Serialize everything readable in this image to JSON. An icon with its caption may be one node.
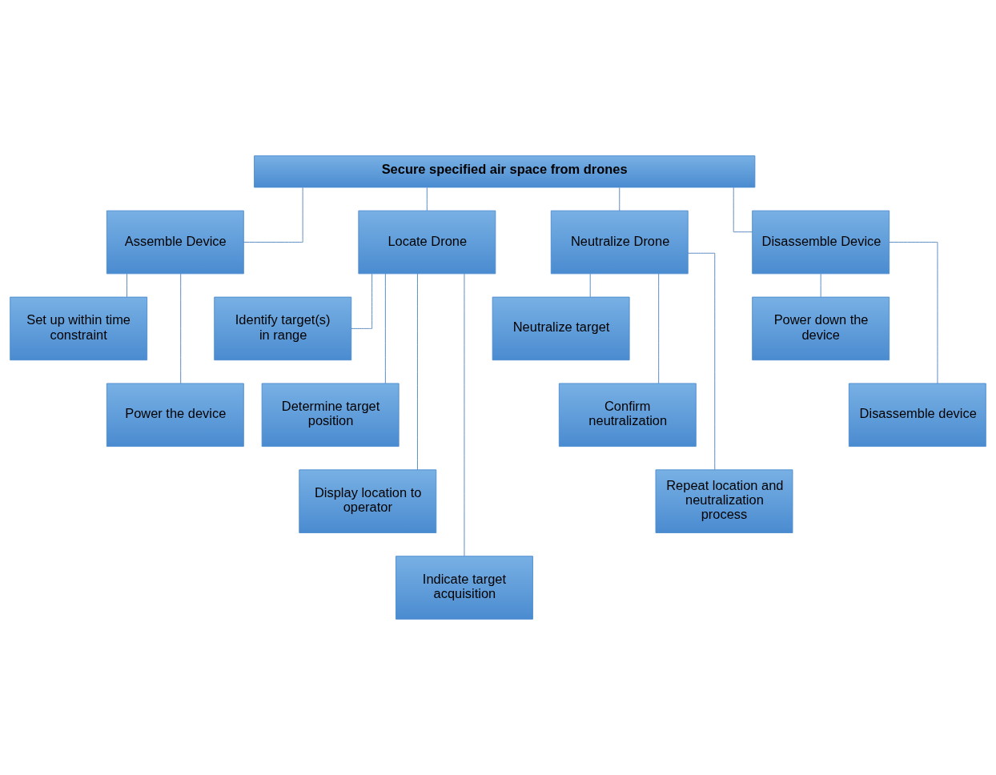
{
  "diagram": {
    "nodes": [
      {
        "text": [
          "Secure specified air space from drones"
        ]
      },
      {
        "text": [
          "Assemble Device"
        ]
      },
      {
        "text": [
          "Locate Drone"
        ]
      },
      {
        "text": [
          "Neutralize Drone"
        ]
      },
      {
        "text": [
          "Disassemble Device"
        ]
      },
      {
        "text": [
          "Set up within time constraint"
        ]
      },
      {
        "text": [
          "Power the device"
        ]
      },
      {
        "text": [
          "Identify target(s) in range"
        ]
      },
      {
        "text": [
          "Determine target position"
        ]
      },
      {
        "text": [
          "Display location to operator"
        ]
      },
      {
        "text": [
          "Indicate target acquisition"
        ]
      },
      {
        "text": [
          "Neutralize target"
        ]
      },
      {
        "text": [
          "Confirm neutralization"
        ]
      },
      {
        "text": [
          "Repeat location and neutralization process"
        ]
      },
      {
        "text": [
          "Power down the device"
        ]
      },
      {
        "text": [
          "Disassemble device"
        ]
      }
    ],
    "edges": [
      {
        "from": 0,
        "to": 1,
        "arrow": "none"
      },
      {
        "from": 0,
        "to": 2,
        "arrow": "none"
      },
      {
        "from": 0,
        "to": 3,
        "arrow": "none"
      },
      {
        "from": 0,
        "to": 4,
        "arrow": "none"
      },
      {
        "from": 1,
        "to": 5,
        "arrow": "none"
      },
      {
        "from": 1,
        "to": 6,
        "arrow": "none"
      },
      {
        "from": 2,
        "to": 7,
        "arrow": "none"
      },
      {
        "from": 2,
        "to": 8,
        "arrow": "none"
      },
      {
        "from": 2,
        "to": 9,
        "arrow": "none"
      },
      {
        "from": 2,
        "to": 10,
        "arrow": "none"
      },
      {
        "from": 3,
        "to": 11,
        "arrow": "none"
      },
      {
        "from": 3,
        "to": 12,
        "arrow": "none"
      },
      {
        "from": 3,
        "to": 13,
        "arrow": "none"
      },
      {
        "from": 4,
        "to": 14,
        "arrow": "none"
      },
      {
        "from": 4,
        "to": 15,
        "arrow": "none"
      }
    ]
  }
}
